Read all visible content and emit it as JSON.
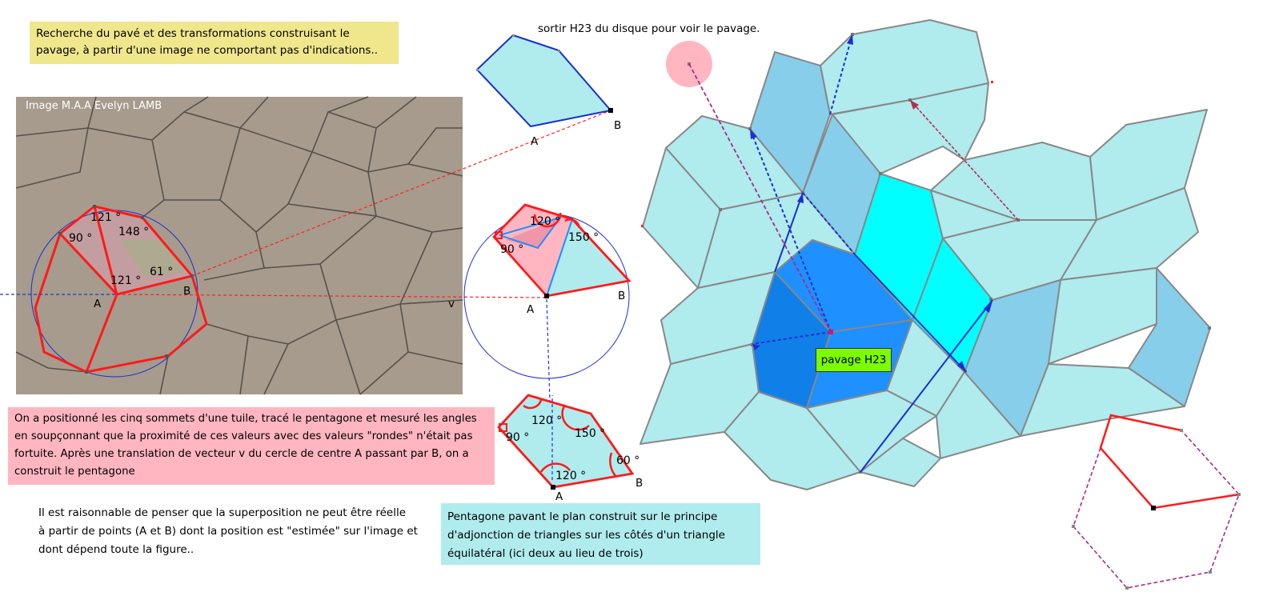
{
  "notes": {
    "title": "Recherche du pavé et des transformations construisant le pavage, à partir d'une image ne comportant pas d'indications..",
    "pink": "On a positionné les cinq sommets d'une tuile, tracé le pentagone et mesuré les angles en soupçonnant que la proximité de ces valeurs avec des valeurs \"rondes\" n'était pas fortuite. Après une translation de vecteur v du cercle de centre A passant par B, on a construit  le pentagone",
    "plain": "Il est raisonnable de penser que la superposition ne peut être réelle\n à partir de points (A et B) dont la position est \"estimée\" sur l'image et dont dépend toute la figure..",
    "cyan": "Pentagone pavant le plan construit sur le principe d'adjonction de triangles sur les côtés d'un triangle équilatéral (ici deux au lieu de trois)",
    "top": "sortir H23 du disque pour voir le pavage."
  },
  "photo": {
    "caption": "Image M.A.A Evelyn LAMB"
  },
  "labels": {
    "A": "A",
    "B": "B",
    "v": "v",
    "h23": "pavage H23"
  },
  "angles": {
    "photo": [
      "121 °",
      "148 °",
      "90 °",
      "121 °",
      "61 °"
    ],
    "circle": [
      "120 °",
      "150 °",
      "90 °"
    ],
    "bottom": [
      "120 °",
      "150 °",
      "90 °",
      "60 °",
      "120 °"
    ]
  },
  "colors": {
    "red": "#ff0000",
    "light_cyan": "#b0ebee",
    "mid_blue": "#87ceeb",
    "cyan": "#00ffff",
    "dodger_blue": "#1e90ff",
    "deep_blue": "#1080e8",
    "pink": "#ffb6c1",
    "purple_dashed": "#aa2a8a",
    "label_green": "#7cfc00",
    "title_bg": "#f0e68c"
  }
}
